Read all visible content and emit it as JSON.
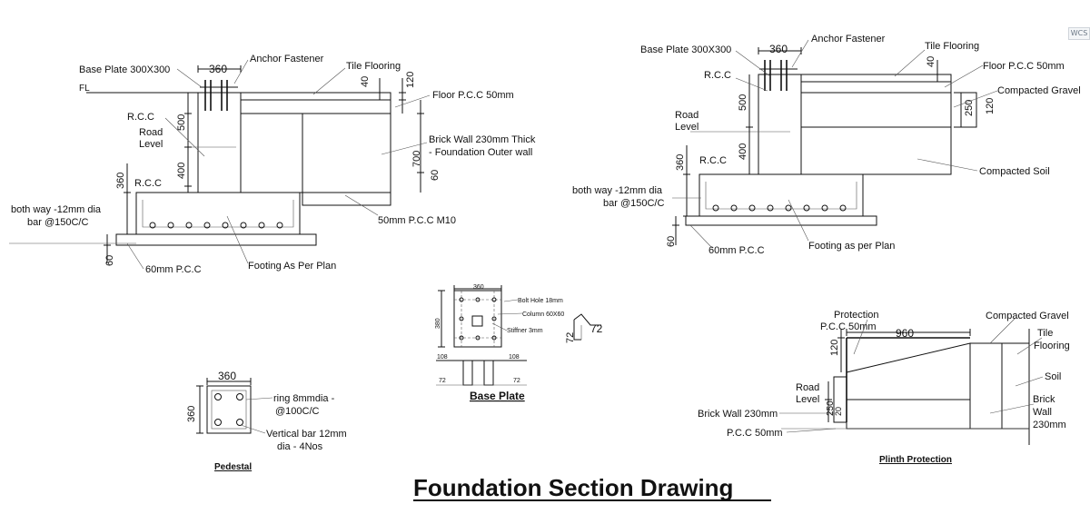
{
  "viewport_badge": "WCS",
  "title": "Foundation Section Drawing",
  "left_section": {
    "base_plate": "Base Plate 300X300",
    "dim_360": "360",
    "anchor": "Anchor Fastener",
    "tile": "Tile Flooring",
    "fl": "FL",
    "dim_40": "40",
    "dim_120": "120",
    "floor_pcc": "Floor P.C.C 50mm",
    "rcc1": "R.C.C",
    "road1": "Road",
    "road2": "Level",
    "dim_500": "500",
    "dim_400": "400",
    "brick1": "Brick Wall 230mm Thick",
    "brick2": "- Foundation Outer wall",
    "dim_700": "700",
    "dim_60a": "60",
    "dim_360v": "360",
    "rcc2": "R.C.C",
    "bar1": "both way -12mm dia",
    "bar2": "bar @150C/C",
    "pcc_m10": "50mm P.C.C M10",
    "dim_60b": "60",
    "pcc60": "60mm P.C.C",
    "footing": "Footing As Per Plan"
  },
  "right_section": {
    "base_plate": "Base Plate 300X300",
    "dim_360": "360",
    "anchor": "Anchor Fastener",
    "tile": "Tile Flooring",
    "dim_40": "40",
    "floor_pcc": "Floor P.C.C 50mm",
    "rcc1": "R.C.C",
    "gravel": "Compacted Gravel",
    "dim_500": "500",
    "dim_250": "250",
    "dim_120": "120",
    "road1": "Road",
    "road2": "Level",
    "dim_400": "400",
    "dim_360v": "360",
    "rcc2": "R.C.C",
    "soil": "Compacted Soil",
    "bar1": "both way -12mm dia",
    "bar2": "bar @150C/C",
    "dim_60": "60",
    "pcc60": "60mm P.C.C",
    "footing": "Footing as per Plan"
  },
  "base_plate_detail": {
    "dim_360": "360",
    "dim_380": "380",
    "bolt": "Bolt Hole 18mm",
    "column": "Column 60X60",
    "stiffner": "Stiffner 3mm",
    "dim_108a": "108",
    "dim_108b": "108",
    "dim_72a": "72",
    "dim_72b": "72",
    "dim_72c": "72",
    "dim_72d": "72",
    "caption": "Base Plate"
  },
  "pedestal": {
    "dim_360h": "360",
    "dim_360v": "360",
    "ring1": "ring 8mmdia -",
    "ring2": "@100C/C",
    "vbar1": "Vertical bar 12mm",
    "vbar2": "dia - 4Nos",
    "caption": "Pedestal"
  },
  "plinth": {
    "prot1": "Protection",
    "prot2": "P.C.C 50mm",
    "dim_960": "960",
    "dim_120": "120",
    "gravel": "Compacted Gravel",
    "tile1": "Tile",
    "tile2": "Flooring",
    "soil": "Soil",
    "road1": "Road",
    "road2": "Level",
    "brick_left": "Brick Wall 230mm",
    "dim_250": "250",
    "dim_20": "20",
    "brick_r1": "Brick",
    "brick_r2": "Wall",
    "brick_r3": "230mm",
    "pcc": "P.C.C 50mm",
    "caption": "Plinth Protection"
  }
}
